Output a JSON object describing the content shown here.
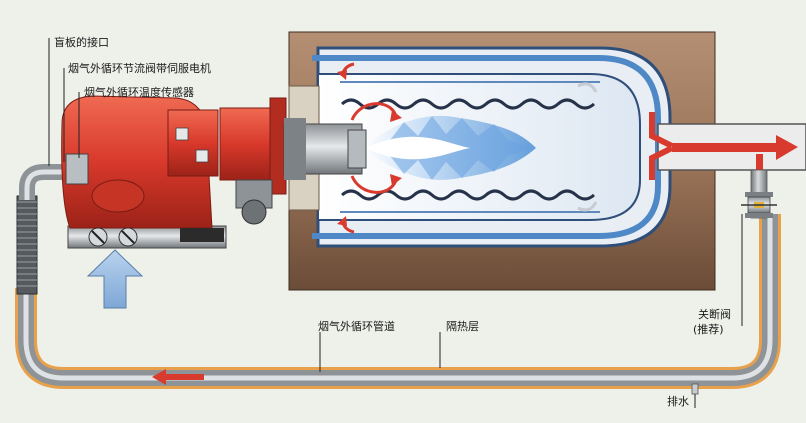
{
  "labels": {
    "blind_plate_port": "盲板的接口",
    "recirc_throttle_servo": "烟气外循环节流阀带伺服电机",
    "recirc_temp_sensor": "烟气外循环温度传感器",
    "recirc_pipe": "烟气外循环管道",
    "insulation_layer": "隔热层",
    "shutoff_valve_line1": "关断阀",
    "shutoff_valve_line2": "(推荐)",
    "drain": "排水"
  },
  "colors": {
    "background": "#eef0ea",
    "boiler_shell": "#a07a5f",
    "furnace_outline": "#3a6fa8",
    "burner_red": "#d8392b",
    "pipe_gray": "#9aa0a4",
    "insulation_orange": "#e8a14a",
    "arrow_red": "#d93a2e",
    "air_inlet_blue": "#8fb3d9",
    "flame_blue": "#86b7e8"
  }
}
